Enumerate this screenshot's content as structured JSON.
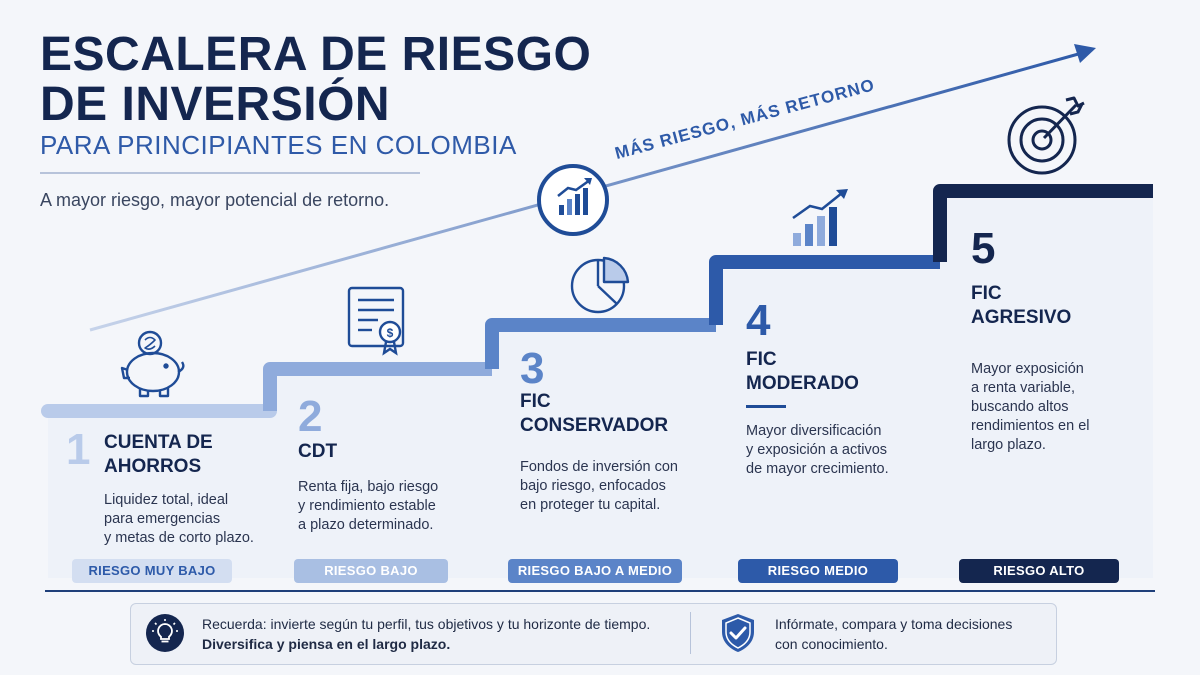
{
  "header": {
    "title_line1": "ESCALERA DE RIESGO",
    "title_line2": "DE INVERSIÓN",
    "subtitle": "PARA PRINCIPIANTES EN COLOMBIA",
    "tagline": "A mayor riesgo, mayor potencial de retorno."
  },
  "arrow_label": "MÁS RIESGO, MÁS RETORNO",
  "steps": [
    {
      "number": "1",
      "name_line1": "CUENTA DE",
      "name_line2": "AHORROS",
      "desc": [
        "Liquidez total, ideal",
        "para emergencias",
        "y metas de corto plazo."
      ],
      "badge": "RIESGO MUY BAJO",
      "icon": "piggy-bank-icon"
    },
    {
      "number": "2",
      "name_line1": "CDT",
      "name_line2": "",
      "desc": [
        "Renta fija, bajo riesgo",
        "y rendimiento estable",
        "a plazo determinado."
      ],
      "badge": "RIESGO BAJO",
      "icon": "certificate-icon"
    },
    {
      "number": "3",
      "name_line1": "FIC",
      "name_line2": "CONSERVADOR",
      "desc": [
        "Fondos de inversión con",
        "bajo riesgo, enfocados",
        "en proteger tu capital."
      ],
      "badge": "RIESGO BAJO A MEDIO",
      "icon": "pie-chart-icon"
    },
    {
      "number": "4",
      "name_line1": "FIC",
      "name_line2": "MODERADO",
      "desc": [
        "Mayor diversificación",
        "y exposición a activos",
        "de mayor crecimiento."
      ],
      "badge": "RIESGO MEDIO",
      "icon": "growth-bars-icon"
    },
    {
      "number": "5",
      "name_line1": "FIC",
      "name_line2": "AGRESIVO",
      "desc": [
        "Mayor exposición",
        "a renta variable,",
        "buscando altos",
        "rendimientos en el",
        "largo plazo."
      ],
      "badge": "RIESGO ALTO",
      "icon": "target-icon"
    }
  ],
  "colors": {
    "step1": "#b9cbea",
    "step2": "#8fabdc",
    "step3": "#5b84c8",
    "step4": "#2d5aa9",
    "step5": "#14264f"
  },
  "footer": {
    "tip_line1": "Recuerda: invierte según tu perfil, tus objetivos y tu horizonte de tiempo.",
    "tip_line2": "Diversifica y piensa en el largo plazo.",
    "info_line1": "Infórmate, compara y toma decisiones",
    "info_line2": "con conocimiento."
  }
}
